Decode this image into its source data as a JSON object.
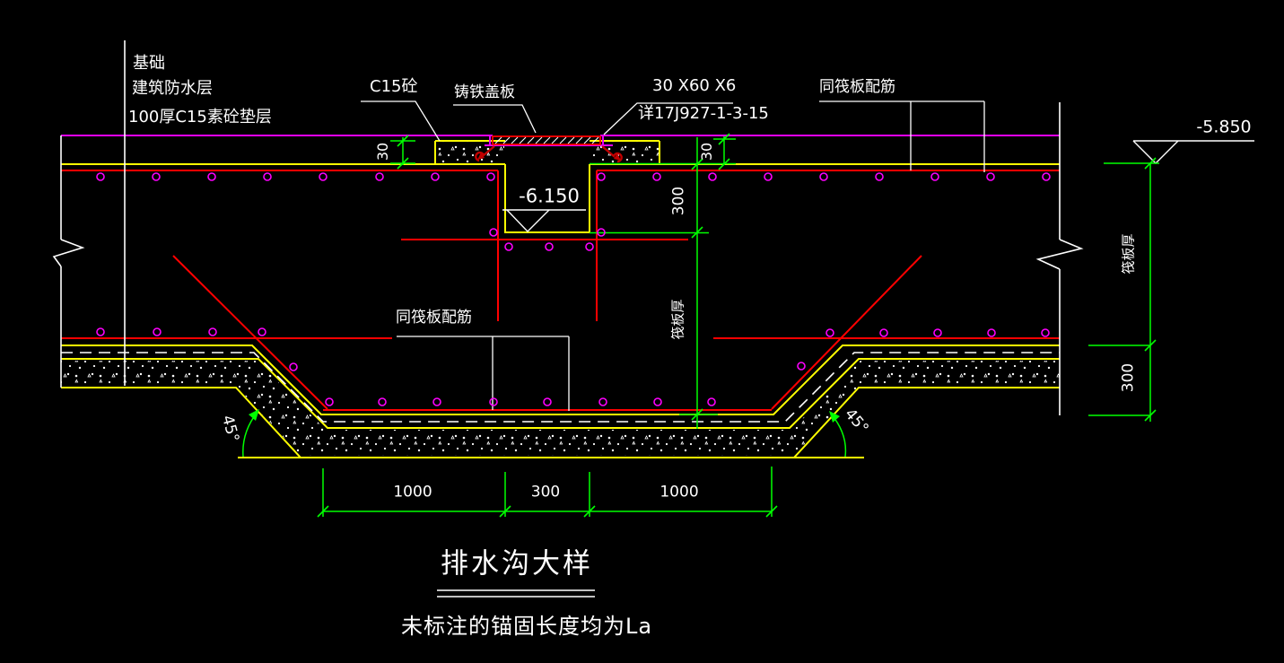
{
  "drawing": {
    "title": "排水沟大样",
    "note": "未标注的锚固长度均为La",
    "layers_callout": {
      "foundation": "基础",
      "waterproofing": "建筑防水层",
      "cushion": "100厚C15素砼垫层"
    },
    "callouts": {
      "c15_concrete": "C15砼",
      "cast_iron_cover": "铸铁盖板",
      "angle_steel": "30 X60 X6",
      "atlas_ref": "详17J927-1-3-15",
      "same_as_raft_top": "同筏板配筋",
      "same_as_raft_bottom": "同筏板配筋"
    },
    "elevations": {
      "slab_top": "-5.850",
      "trench_bottom": "-6.150"
    },
    "dims": {
      "recess_left": "30",
      "recess_right": "30",
      "trench_depth": "300",
      "raft_thickness_mid": "筏板厚",
      "raft_thickness_right": "筏板厚",
      "step_right": "300",
      "bottom": [
        "1000",
        "300",
        "1000"
      ],
      "slope_left": "45°",
      "slope_right": "45°"
    },
    "colors": {
      "background": "#000000",
      "line_white": "#FFFFFF",
      "membrane_magenta": "#E800FF",
      "rebar_red": "#FF0000",
      "anchor_dark_red": "#C00000",
      "concrete_yellow": "#FFFF00",
      "dimension_green": "#00FF00",
      "rebar_dot_magenta": "#FF00FF"
    }
  }
}
